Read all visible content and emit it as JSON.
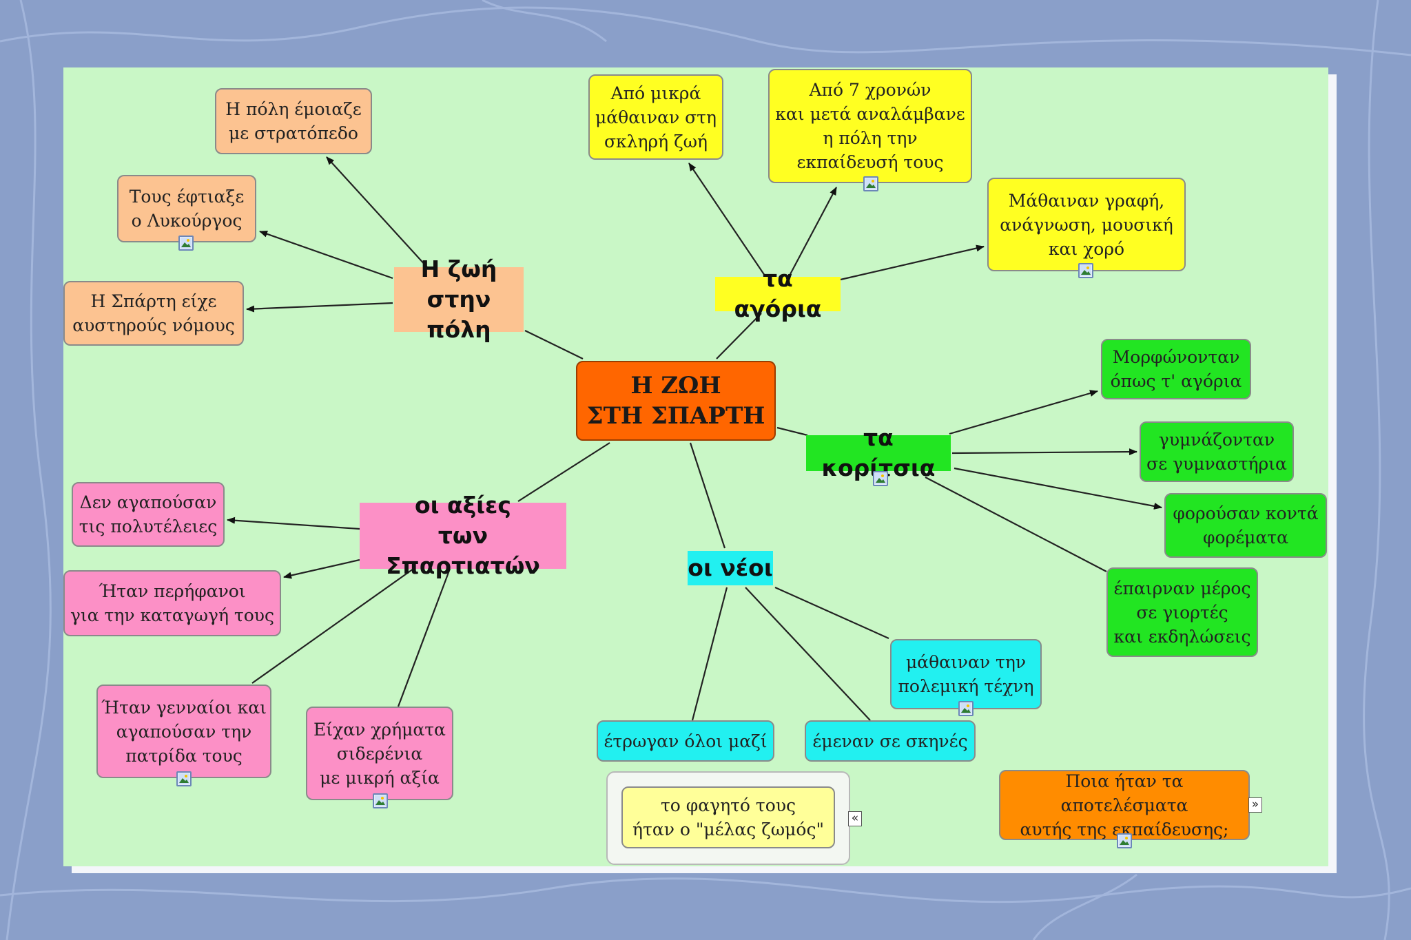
{
  "center": {
    "label": "Η ΖΩΗ\nΣΤΗ ΣΠΑΡΤΗ"
  },
  "hubs": {
    "city": "Η ζωή\nστην πόλη",
    "boys": "τα αγόρια",
    "girls": "τα κορίτσια",
    "youth": "οι νέοι",
    "values": "οι αξίες\nτων Σπαρτιατών"
  },
  "city_nodes": {
    "camp": "Η πόλη έμοιαζε\nμε στρατόπεδο",
    "lycurgus": "Τους έφτιαξε\nο Λυκούργος",
    "laws": "Η Σπάρτη είχε\nαυστηρούς νόμους"
  },
  "boys_nodes": {
    "hard_life": "Από μικρά\nμάθαιναν στη\nσκληρή ζωή",
    "age_seven": "Από 7 χρονών\nκαι μετά αναλάμβανε\nη πόλη την\nεκπαίδευσή τους",
    "lessons": "Μάθαιναν γραφή,\nανάγνωση, μουσική\nκαι χορό"
  },
  "girls_nodes": {
    "educated": "Μορφώνονταν\nόπως τ' αγόρια",
    "gymnasia": "γυμνάζονταν\nσε γυμναστήρια",
    "short_clothes": "φορούσαν κοντά\nφορέματα",
    "festivals": "έπαιρναν μέρος\nσε γιορτές\nκαι εκδηλώσεις"
  },
  "youth_nodes": {
    "war_art": "μάθαιναν την\nπολεμική τέχνη",
    "tents": "έμεναν σε σκηνές",
    "ate_together": "έτρωγαν όλοι μαζί",
    "black_broth": "το φαγητό τους\nήταν ο \"μέλας ζωμός\""
  },
  "values_nodes": {
    "luxury": "Δεν αγαπούσαν\nτις πολυτέλειες",
    "proud": "Ήταν περήφανοι\nγια την καταγωγή τους",
    "brave": "Ήταν γενναίοι και\nαγαπούσαν την\nπατρίδα τους",
    "iron_money": "Είχαν χρήματα\nσιδερένια\nμε μικρή αξία"
  },
  "question": {
    "label": "Ποια ήταν τα αποτελέσματα\nαυτής της εκπαίδευσης;"
  },
  "nav": {
    "back": "«",
    "forward": "»"
  },
  "colors": {
    "center": "#ff6600",
    "city": "#fcc391",
    "boys": "#ffff22",
    "girls": "#22e522",
    "youth": "#22f0f0",
    "values": "#fc90c6",
    "question": "#ff8c00",
    "board": "#c9f7c6"
  }
}
